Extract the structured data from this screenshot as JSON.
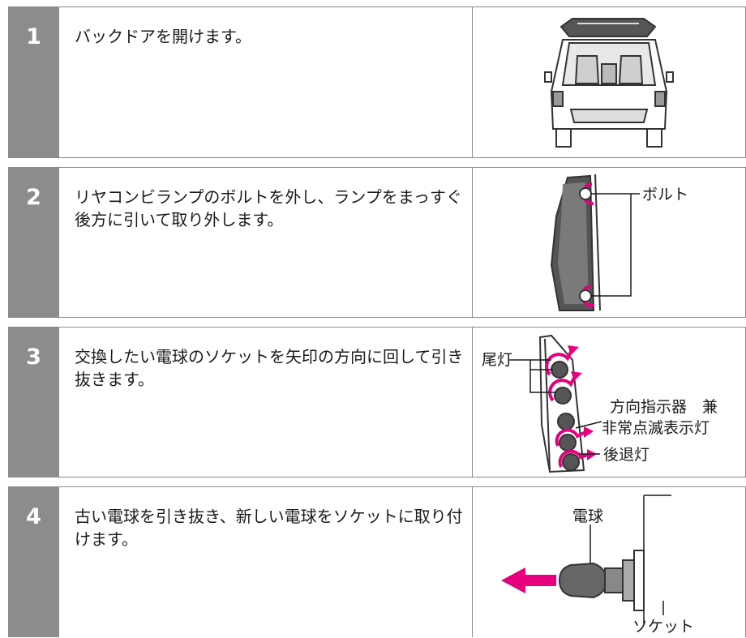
{
  "steps": [
    {
      "number": "1",
      "text": "バックドアを開けます。",
      "figure": {
        "labels": []
      }
    },
    {
      "number": "2",
      "text": "リヤコンビランプのボルトを外し、ランプをまっすぐ後方に引いて取り外します。",
      "figure": {
        "labels": [
          "ボルト"
        ]
      }
    },
    {
      "number": "3",
      "text": "交換したい電球のソケットを矢印の方向に回して引き抜きます。",
      "figure": {
        "labels": [
          "尾灯",
          "方向指示器　兼",
          "非常点滅表示灯",
          "後退灯"
        ]
      }
    },
    {
      "number": "4",
      "text": "古い電球を引き抜き、新しい電球をソケットに取り付けます。",
      "figure": {
        "labels": [
          "電球",
          "ソケット"
        ]
      }
    }
  ],
  "colors": {
    "accent": "#e6007e",
    "number_bg": "#8c8c8c",
    "border": "#8a8a8a"
  }
}
